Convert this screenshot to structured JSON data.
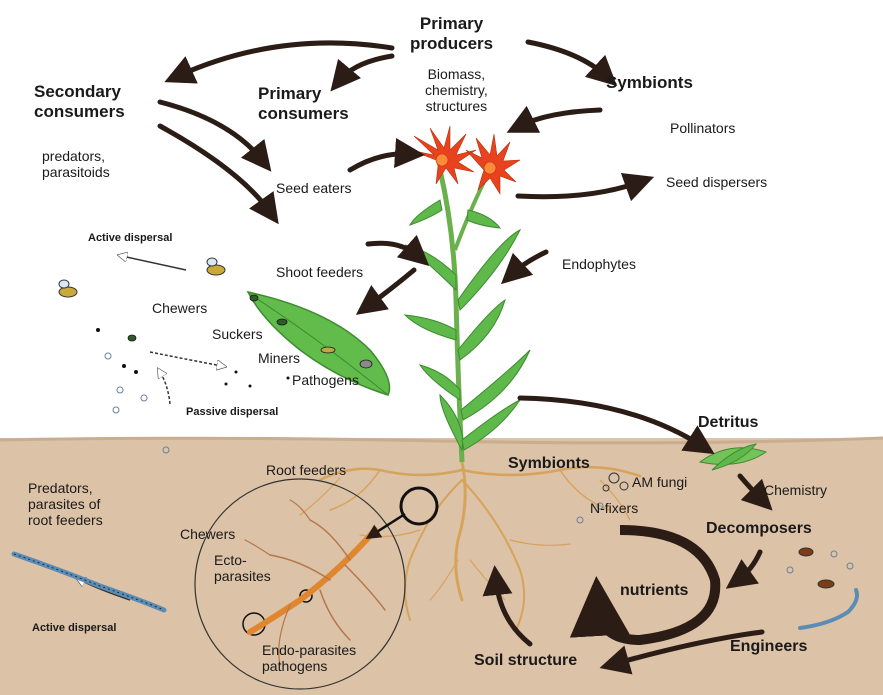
{
  "title": "",
  "labels": {
    "primary_producers": "Primary\nproducers",
    "biomass": "Biomass,\nchemistry,\nstructures",
    "secondary_consumers": "Secondary\nconsumers",
    "primary_consumers": "Primary\nconsumers",
    "symbionts_top": "Symbionts",
    "pollinators": "Pollinators",
    "predators_parasitoids": "predators,\nparasitoids",
    "seed_eaters": "Seed eaters",
    "seed_dispersers": "Seed dispersers",
    "active_dispersal_top": "Active dispersal",
    "shoot_feeders": "Shoot feeders",
    "endophytes": "Endophytes",
    "chewers_top": "Chewers",
    "suckers": "Suckers",
    "miners": "Miners",
    "pathogens": "Pathogens",
    "passive_dispersal": "Passive dispersal",
    "detritus": "Detritus",
    "root_feeders": "Root feeders",
    "symbionts_soil": "Symbionts",
    "am_fungi": "AM fungi",
    "n_fixers": "N-fixers",
    "chemistry": "Chemistry",
    "predators_root": "Predators,\nparasites of\nroot feeders",
    "chewers_soil": "Chewers",
    "ectoparasites": "Ecto-\nparasites",
    "decomposers": "Decomposers",
    "nutrients": "nutrients",
    "active_dispersal_soil": "Active dispersal",
    "endoparasites": "Endo-parasites\npathogens",
    "engineers": "Engineers",
    "soil_structure": "Soil structure"
  },
  "colors": {
    "soil": "#dcc2a6",
    "soil_line": "#c9ad90",
    "arrow": "#2b1c16",
    "stem": "#6ab04c",
    "leaf": "#5fb84a",
    "flower": "#e8431e",
    "root": "#d6a35c",
    "main_root": "#e0862e"
  }
}
